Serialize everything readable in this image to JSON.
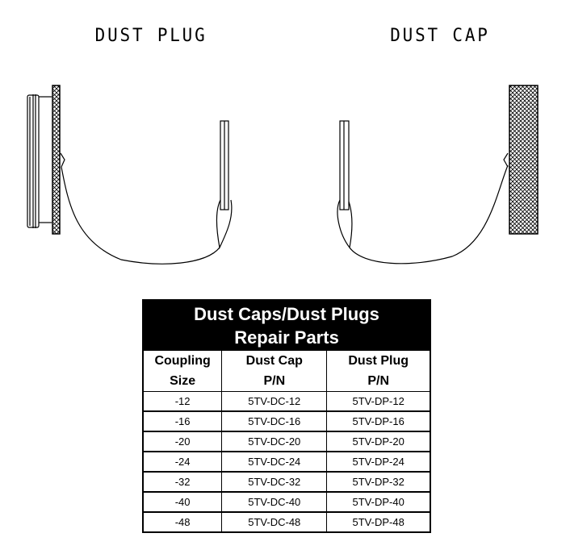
{
  "labels": {
    "dust_plug": "DUST PLUG",
    "dust_cap": "DUST CAP"
  },
  "table": {
    "title_line1": "Dust Caps/Dust Plugs",
    "title_line2": "Repair Parts",
    "headers": [
      {
        "line1": "Coupling",
        "line2": "Size"
      },
      {
        "line1": "Dust Cap",
        "line2": "P/N"
      },
      {
        "line1": "Dust Plug",
        "line2": "P/N"
      }
    ],
    "rows": [
      [
        "-12",
        "5TV-DC-12",
        "5TV-DP-12"
      ],
      [
        "-16",
        "5TV-DC-16",
        "5TV-DP-16"
      ],
      [
        "-20",
        "5TV-DC-20",
        "5TV-DP-20"
      ],
      [
        "-24",
        "5TV-DC-24",
        "5TV-DP-24"
      ],
      [
        "-32",
        "5TV-DC-32",
        "5TV-DP-32"
      ],
      [
        "-40",
        "5TV-DC-40",
        "5TV-DP-40"
      ],
      [
        "-48",
        "5TV-DC-48",
        "5TV-DP-48"
      ]
    ]
  }
}
